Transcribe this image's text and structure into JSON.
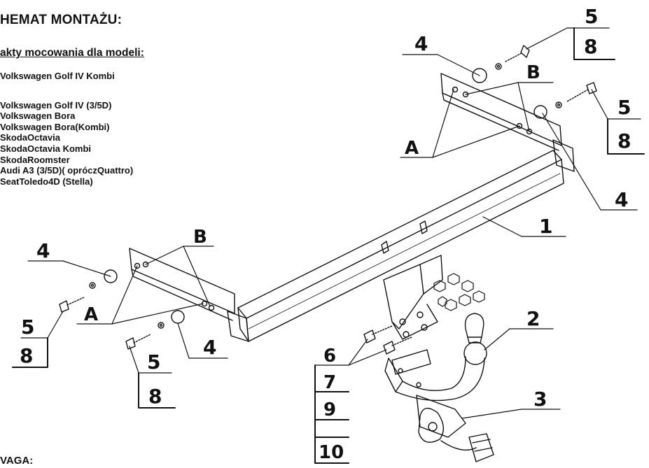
{
  "header": {
    "title": "HEMAT MONTAŻU:",
    "subtitle": "akty mocowania dla modeli:"
  },
  "models": [
    "Volkswagen Golf IV Kombi",
    "Volkswagen Golf IV (3/5D)",
    "Volkswagen Bora",
    "Volkswagen Bora(Kombi)",
    "SkodaOctavia",
    "SkodaOctavia Kombi",
    "SkodaRoomster",
    "Audi A3 (3/5D)( opróczQuattro)",
    "SeatToledo4D (Stella)"
  ],
  "footer": {
    "note": "VAGA:"
  },
  "callouts": {
    "crossbar": "1",
    "tow_ball": "2",
    "socket_plate": "3",
    "washer": "4",
    "bolt": "5",
    "bolt_spec": "8",
    "ball_bolt": "6",
    "ball_spec_a": "7",
    "ball_spec_b": "9",
    "ball_spec_c": "10",
    "point_a": "A",
    "point_b": "B"
  }
}
